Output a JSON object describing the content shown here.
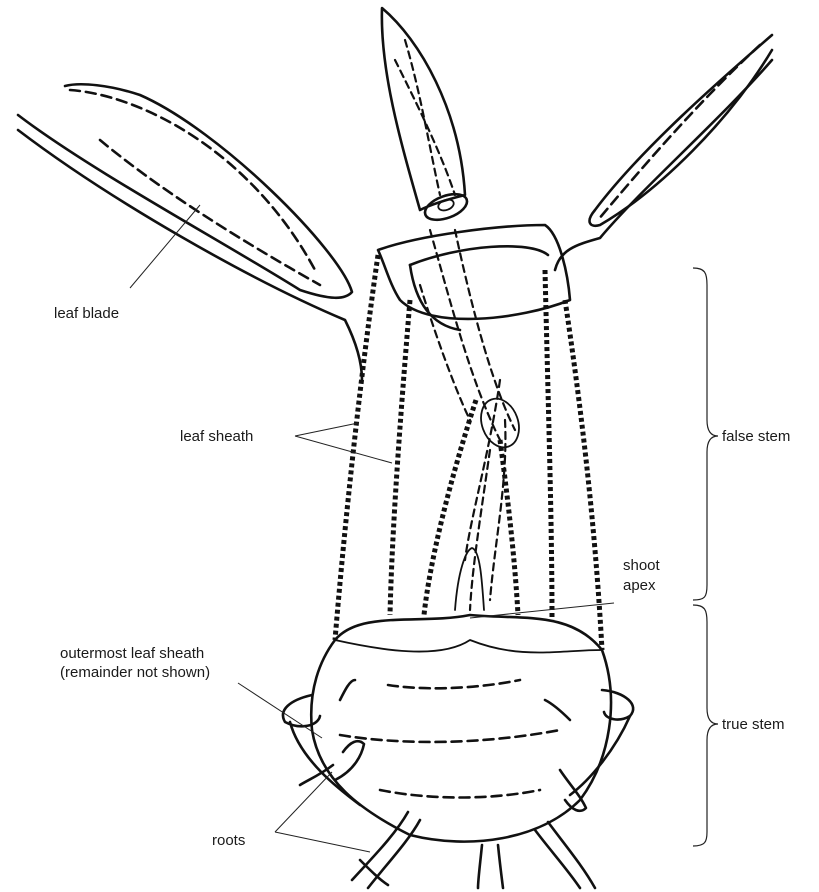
{
  "labels": {
    "leaf_blade": "leaf blade",
    "leaf_sheath": "leaf sheath",
    "false_stem": "false stem",
    "shoot_apex_line1": "shoot",
    "shoot_apex_line2": "apex",
    "outermost_line1": "outermost leaf sheath",
    "outermost_line2": "(remainder not shown)",
    "true_stem": "true stem",
    "roots": "roots"
  }
}
